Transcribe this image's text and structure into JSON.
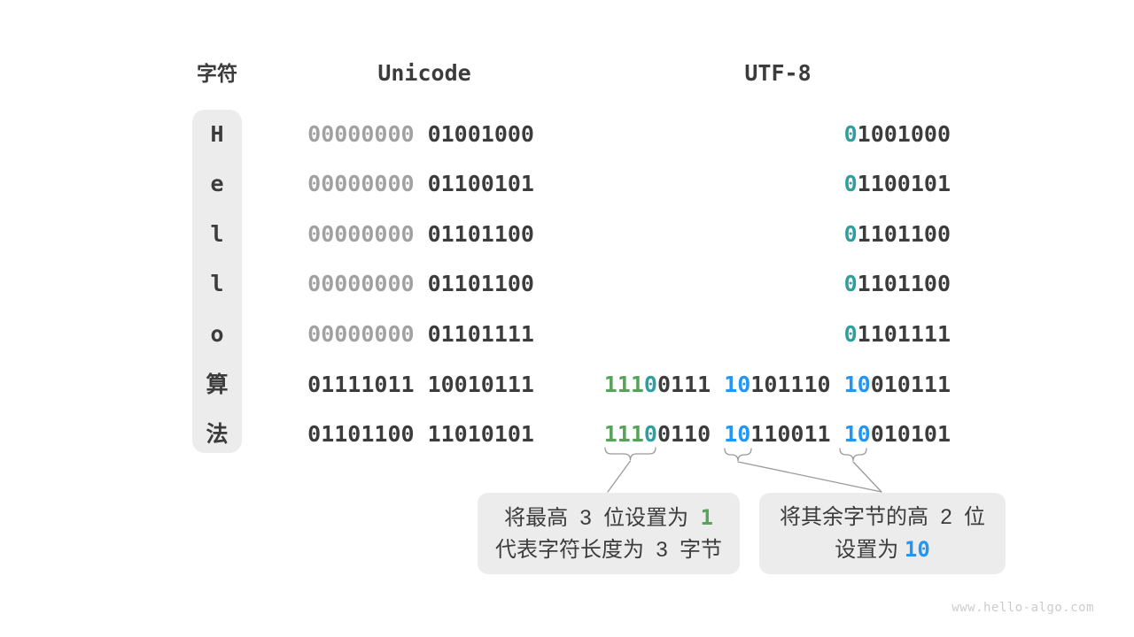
{
  "colors": {
    "text_dark": "#3c3c3c",
    "muted_gray": "#a1a1a1",
    "accent_teal": "#2f9e9e",
    "accent_green": "#58a35a",
    "accent_blue": "#2196f3",
    "box_bg": "#ececec"
  },
  "header": {
    "char_col": "字符",
    "unicode_col": "Unicode",
    "utf8_col": "UTF-8"
  },
  "rows": [
    {
      "char": "H",
      "uni_hi": "00000000",
      "uni_lo": "01001000",
      "utf8_prefix": "0",
      "utf8_rest": "1001000"
    },
    {
      "char": "e",
      "uni_hi": "00000000",
      "uni_lo": "01100101",
      "utf8_prefix": "0",
      "utf8_rest": "1100101"
    },
    {
      "char": "l",
      "uni_hi": "00000000",
      "uni_lo": "01101100",
      "utf8_prefix": "0",
      "utf8_rest": "1101100"
    },
    {
      "char": "l",
      "uni_hi": "00000000",
      "uni_lo": "01101100",
      "utf8_prefix": "0",
      "utf8_rest": "1101100"
    },
    {
      "char": "o",
      "uni_hi": "00000000",
      "uni_lo": "01101111",
      "utf8_prefix": "0",
      "utf8_rest": "1101111"
    },
    {
      "char": "算",
      "uni_hi": "01111011",
      "uni_lo": "10010111",
      "b1_green": "111",
      "b1_teal": "0",
      "b1_rest": "0111",
      "b2_prefix": "10",
      "b2_rest": "101110",
      "b3_prefix": "10",
      "b3_rest": "010111"
    },
    {
      "char": "法",
      "uni_hi": "01101100",
      "uni_lo": "11010101",
      "b1_green": "111",
      "b1_teal": "0",
      "b1_rest": "0110",
      "b2_prefix": "10",
      "b2_rest": "110011",
      "b3_prefix": "10",
      "b3_rest": "010101"
    }
  ],
  "callout_left": {
    "line1_text": "将最高  3  位设置为  ",
    "line1_highlight": "1",
    "line2_text": "代表字符长度为  3  字节"
  },
  "callout_right": {
    "line1_text": "将其余字节的高  2  位",
    "line2_text": "设置为 ",
    "line2_highlight": "10"
  },
  "footer": {
    "watermark": "www.hello-algo.com"
  }
}
